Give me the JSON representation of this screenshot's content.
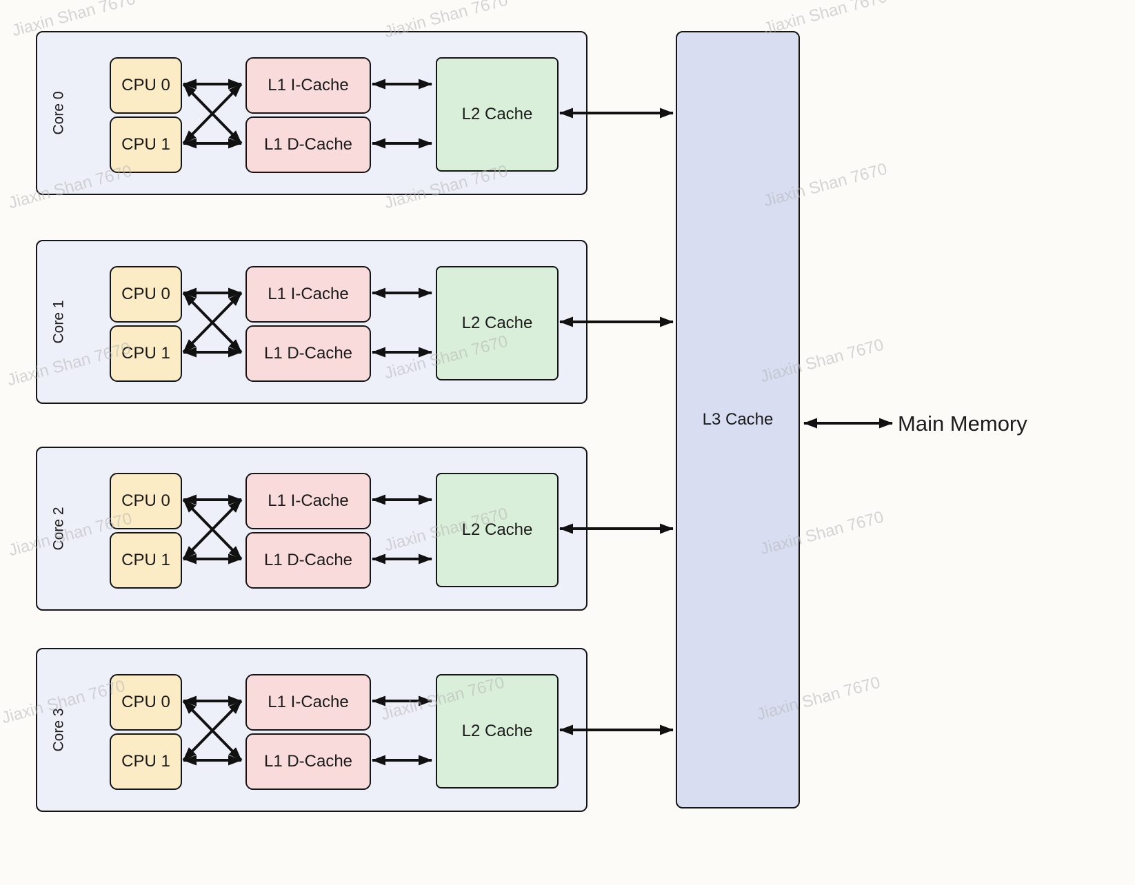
{
  "cores": [
    {
      "label": "Core 0",
      "cpu0": "CPU 0",
      "cpu1": "CPU 1",
      "l1i": "L1 I-Cache",
      "l1d": "L1 D-Cache",
      "l2": "L2 Cache"
    },
    {
      "label": "Core 1",
      "cpu0": "CPU 0",
      "cpu1": "CPU 1",
      "l1i": "L1 I-Cache",
      "l1d": "L1 D-Cache",
      "l2": "L2 Cache"
    },
    {
      "label": "Core 2",
      "cpu0": "CPU 0",
      "cpu1": "CPU 1",
      "l1i": "L1 I-Cache",
      "l1d": "L1 D-Cache",
      "l2": "L2 Cache"
    },
    {
      "label": "Core 3",
      "cpu0": "CPU 0",
      "cpu1": "CPU 1",
      "l1i": "L1 I-Cache",
      "l1d": "L1 D-Cache",
      "l2": "L2 Cache"
    }
  ],
  "l3_label": "L3 Cache",
  "main_memory_label": "Main Memory",
  "watermark": "Jiaxin Shan 7670",
  "colors": {
    "core_bg": "#edf0f9",
    "cpu_bg": "#fbecc6",
    "l1_bg": "#fadbdb",
    "l2_bg": "#d9efd9",
    "l3_bg": "#d9ddf2",
    "border": "#141414",
    "background": "#fcfbf8",
    "watermark": "#b6b6b6"
  }
}
